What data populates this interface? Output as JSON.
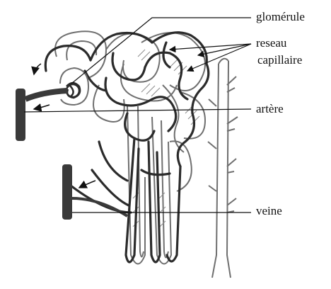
{
  "labels": {
    "glomerule": "glomérule",
    "reseau_line1": "reseau",
    "reseau_line2": "capillaire",
    "artere": "artère",
    "veine": "veine"
  },
  "colors": {
    "vessel_dark": "#2b2b2b",
    "tubule_outline": "#6f6f6f",
    "background": "#ffffff"
  }
}
